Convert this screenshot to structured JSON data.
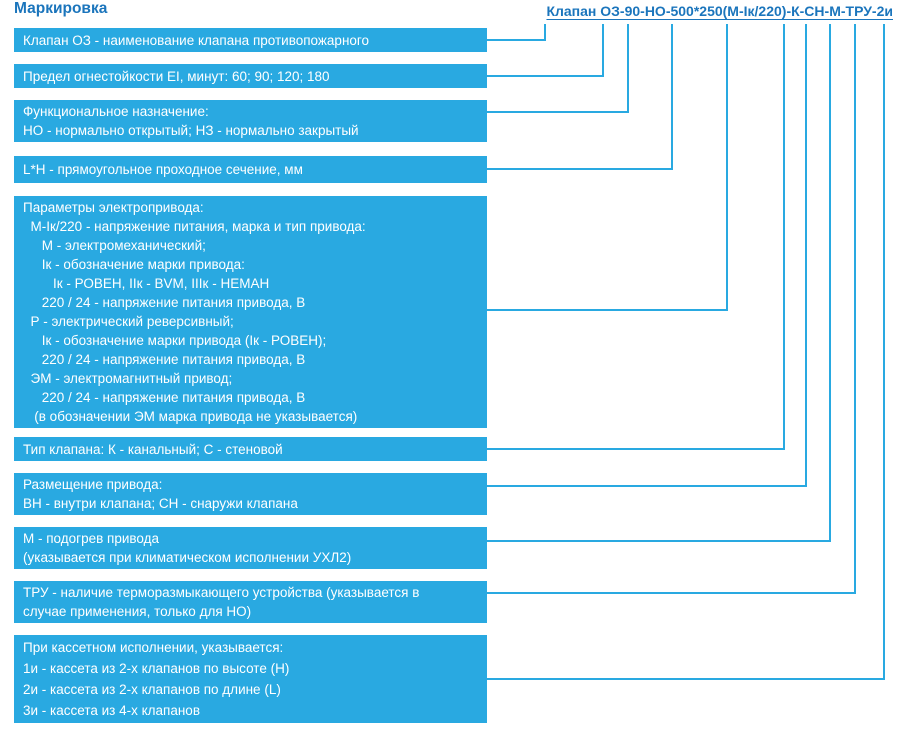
{
  "page": {
    "title": "Маркировка",
    "designation": "Клапан ОЗ-90-НО-500*250(М-Iк/220)-К-СН-М-ТРУ-2и"
  },
  "colors": {
    "box_bg": "#29a9e1",
    "box_text": "#ffffff",
    "title_blue": "#1b75bc",
    "connector": "#29a9e1"
  },
  "boxes": [
    {
      "lines": [
        "Клапан ОЗ - наименование клапана противопожарного"
      ]
    },
    {
      "lines": [
        "Предел огнестойкости EI, минут: 60; 90; 120; 180"
      ]
    },
    {
      "lines": [
        "Функциональное назначение:",
        "НО - нормально открытый; НЗ - нормально закрытый"
      ]
    },
    {
      "lines": [
        "L*H - прямоугольное проходное сечение, мм"
      ]
    },
    {
      "lines": [
        "Параметры электропривода:",
        "  М-Iк/220 - напряжение питания, марка и тип привода:",
        "     М - электромеханический;",
        "     Iк - обозначение марки привода:",
        "        Iк - РОВЕН, IIк - BVM, IIIк - НЕМАН",
        "     220 / 24 - напряжение питания привода, В",
        "  Р - электрический реверсивный;",
        "     Iк - обозначение марки привода (Iк - РОВЕН);",
        "     220 / 24 - напряжение питания привода, В",
        "  ЭМ - электромагнитный привод;",
        "     220 / 24 - напряжение питания привода, В",
        "   (в обозначении ЭМ марка привода не указывается)"
      ]
    },
    {
      "lines": [
        "Тип клапана: К - канальный; С - стеновой"
      ]
    },
    {
      "lines": [
        "Размещение привода:",
        "ВН - внутри клапана; СН - снаружи клапана"
      ]
    },
    {
      "lines": [
        "М - подогрев привода",
        "(указывается при климатическом исполнении УХЛ2)"
      ]
    },
    {
      "lines": [
        "ТРУ - наличие терморазмыкающего устройства (указывается в",
        "случае применения, только для НО)"
      ]
    },
    {
      "lines": [
        "При кассетном исполнении, указывается:",
        "1и - кассета из 2-х клапанов по высоте (Н)",
        "2и - кассета из 2-х клапанов по длине (L)",
        "3и - кассета из 4-х клапанов"
      ]
    }
  ]
}
